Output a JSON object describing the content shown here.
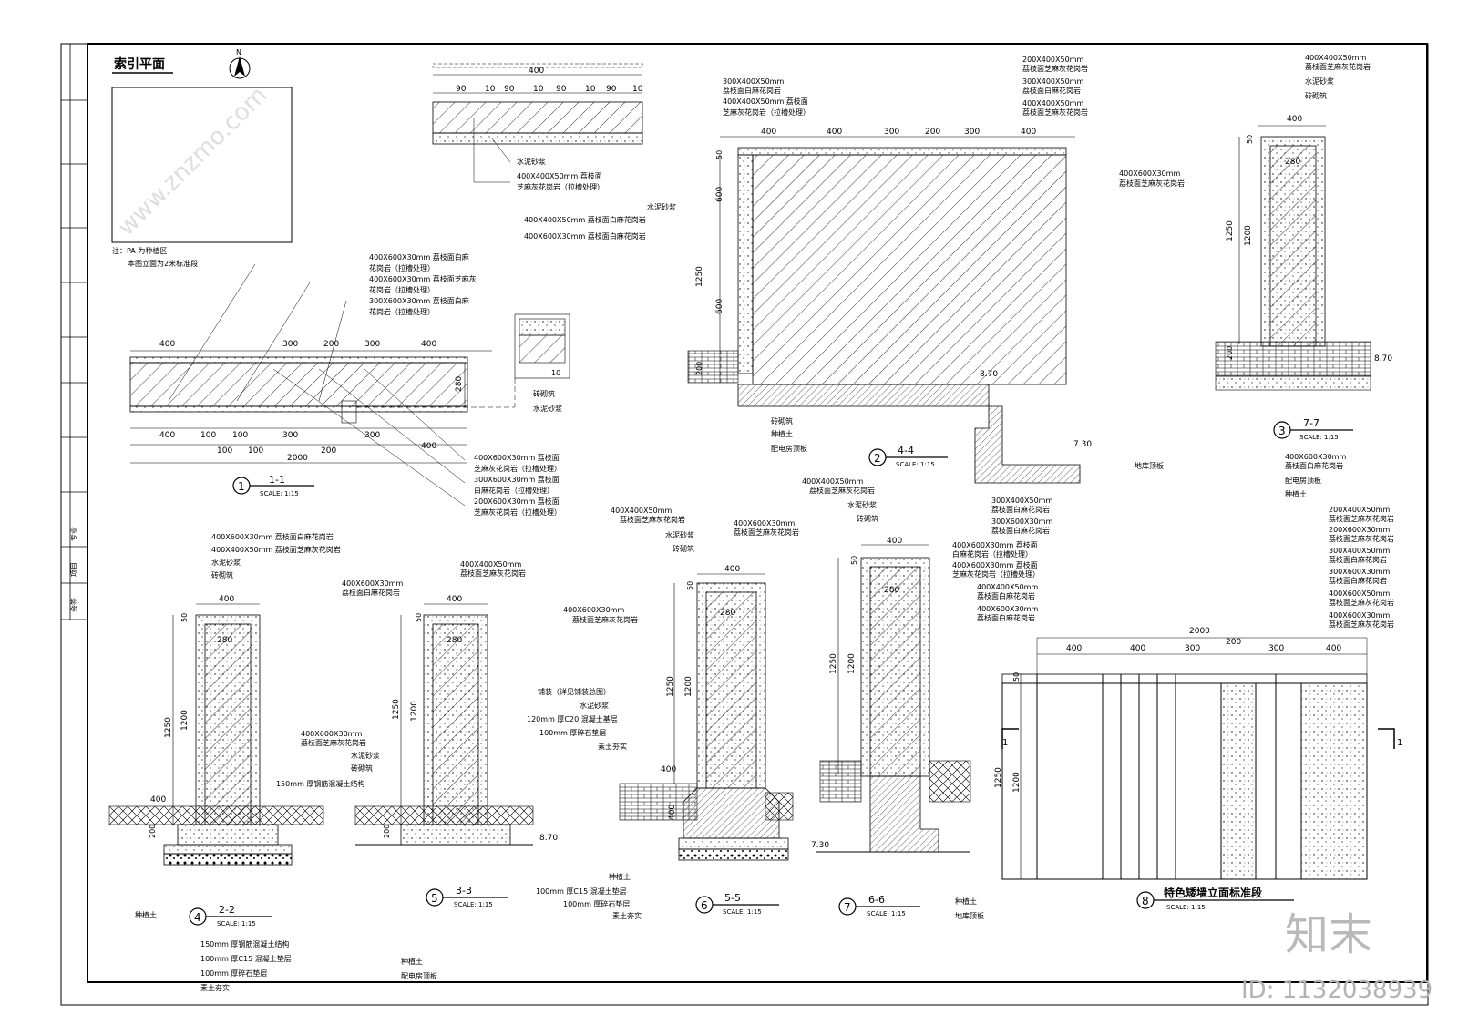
{
  "index_plan": {
    "title": "索引平面",
    "north": "N",
    "note_1": "注：PA 为种植区",
    "note_2": "本图立面为2米标准段"
  },
  "sidebar": {
    "label_1": "会签",
    "label_2": "项目",
    "label_3": "专业"
  },
  "top_detail": {
    "dims": [
      "400",
      "90",
      "10",
      "90",
      "10",
      "90",
      "10",
      "90",
      "10"
    ],
    "labels": [
      "水泥砂浆",
      "400X400X50mm 荔枝面",
      "芝麻灰花岗岩（拉槽处理）"
    ]
  },
  "sections": {
    "s1": {
      "num": "1",
      "name": "1-1",
      "scale": "SCALE:   1:15"
    },
    "s2": {
      "num": "2",
      "name": "4-4",
      "scale": "SCALE:   1:15"
    },
    "s3": {
      "num": "3",
      "name": "7-7",
      "scale": "SCALE:   1:15"
    },
    "s4": {
      "num": "4",
      "name": "2-2",
      "scale": "SCALE:   1:15"
    },
    "s5": {
      "num": "5",
      "name": "3-3",
      "scale": "SCALE:   1:15"
    },
    "s6": {
      "num": "6",
      "name": "5-5",
      "scale": "SCALE:   1:15"
    },
    "s7": {
      "num": "7",
      "name": "6-6",
      "scale": "SCALE:   1:15"
    },
    "s8": {
      "num": "8",
      "name": "特色矮墙立面标准段",
      "scale": "SCALE:   1:15"
    }
  },
  "section_1_1": {
    "top_dims": [
      "400",
      "300",
      "200",
      "300",
      "400"
    ],
    "bottom_dims": [
      "400",
      "100",
      "100",
      "300",
      "300",
      "400"
    ],
    "bottom_dims_2": [
      "100",
      "100",
      "200"
    ],
    "total": "2000",
    "right_dim": "280",
    "labels_top": [
      "400X600X30mm 荔枝面白麻",
      "花岗岩（拉槽处理）",
      "400X600X30mm 荔枝面芝麻灰",
      "花岗岩（拉槽处理）",
      "300X600X30mm 荔枝面白麻",
      "花岗岩（拉槽处理）"
    ],
    "labels_bottom": [
      "400X600X30mm 荔枝面",
      "芝麻灰花岗岩（拉槽处理）",
      "300X600X30mm 荔枝面",
      "白麻花岗岩（拉槽处理）",
      "200X600X30mm 荔枝面",
      "芝麻灰花岗岩（拉槽处理）"
    ],
    "detail_labels": [
      "砖砌筑",
      "水泥砂浆"
    ],
    "detail_dim": "10"
  },
  "section_4_4": {
    "top_dims": [
      "400",
      "400",
      "300",
      "200",
      "300",
      "400"
    ],
    "left_dims": [
      "50",
      "600",
      "1250",
      "600",
      "200"
    ],
    "labels_top": [
      "300X400X50mm",
      "荔枝面白麻花岗岩",
      "400X400X50mm 荔枝面",
      "芝麻灰花岗岩（拉槽处理）",
      "200X400X50mm",
      "荔枝面芝麻灰花岗岩",
      "300X400X50mm",
      "荔枝面白麻花岗岩",
      "400X400X50mm",
      "荔枝面芝麻灰花岗岩"
    ],
    "labels_left": [
      "水泥砂浆",
      "400X400X50mm 荔枝面白麻花岗岩",
      "400X600X30mm 荔枝面白麻花岗岩"
    ],
    "labels_bottom": [
      "砖砌筑",
      "种植土",
      "配电房顶板"
    ],
    "elev_1": "8.70",
    "elev_2": "7.30",
    "basement": "地库顶板"
  },
  "section_7_7": {
    "labels": [
      "400X400X50mm",
      "荔枝面芝麻灰花岗岩",
      "水泥砂浆",
      "砖砌筑",
      "400X600X30mm",
      "荔枝面芝麻灰花岗岩",
      "400X600X30mm",
      "荔枝面白麻花岗岩",
      "配电房顶板",
      "种植土"
    ],
    "dims": [
      "400",
      "50",
      "280",
      "1250",
      "1200",
      "200"
    ],
    "elev": "8.70"
  },
  "section_2_2": {
    "labels": [
      "400X600X30mm 荔枝面白麻花岗岩",
      "400X400X50mm 荔枝面芝麻灰花岗岩",
      "水泥砂浆",
      "砖砌筑",
      "400X600X30mm",
      "荔枝面白麻花岗岩"
    ],
    "dims": [
      "400",
      "50",
      "280",
      "1250",
      "1200",
      "400",
      "200"
    ],
    "base_labels": [
      "种植土",
      "150mm 厚钢筋混凝土结构",
      "100mm 厚C15 混凝土垫层",
      "100mm 厚碎石垫层",
      "素土夯实"
    ]
  },
  "section_3_3": {
    "labels": [
      "400X400X50mm",
      "荔枝面芝麻灰花岗岩",
      "400X600X30mm",
      "荔枝面芝麻灰花岗岩",
      "水泥砂浆",
      "砖砌筑",
      "150mm 厚钢筋混凝土结构"
    ],
    "dims": [
      "400",
      "50",
      "280",
      "1250",
      "1200",
      "200"
    ],
    "elev": "8.70",
    "base_labels": [
      "种植土",
      "配电房顶板"
    ]
  },
  "section_5_5": {
    "labels": [
      "400X400X50mm",
      "荔枝面芝麻灰花岗岩",
      "水泥砂浆",
      "砖砌筑",
      "400X600X30mm",
      "荔枝面芝麻灰花岗岩"
    ],
    "pave_labels": [
      "铺装（详见铺装总图）",
      "水泥砂浆",
      "120mm 厚C20 混凝土基层",
      "100mm 厚碎石垫层",
      "素土夯实"
    ],
    "dims": [
      "400",
      "50",
      "280",
      "1250",
      "1200",
      "400",
      "400"
    ],
    "base_labels": [
      "种植土",
      "100mm 厚C15 混凝土垫层",
      "100mm 厚碎石垫层",
      "素土夯实"
    ]
  },
  "section_6_6": {
    "labels": [
      "400X400X50mm",
      "荔枝面芝麻灰花岗岩",
      "水泥砂浆",
      "砖砌筑",
      "400X600X30mm",
      "荔枝面芝麻灰花岗岩"
    ],
    "dims": [
      "400",
      "50",
      "280",
      "1250",
      "1200"
    ],
    "elev": "7.30",
    "base_labels": [
      "种植土",
      "地库顶板"
    ]
  },
  "elevation_8": {
    "labels_left": [
      "300X400X50mm",
      "荔枝面白麻花岗岩",
      "300X600X30mm",
      "荔枝面白麻花岗岩",
      "400X600X30mm 荔枝面",
      "白麻花岗岩（拉槽处理）",
      "400X600X30mm 荔枝面",
      "芝麻灰花岗岩（拉槽处理）",
      "400X400X50mm",
      "荔枝面白麻花岗岩",
      "400X600X30mm",
      "荔枝面白麻花岗岩"
    ],
    "labels_right": [
      "200X400X50mm",
      "荔枝面芝麻灰花岗岩",
      "200X600X30mm",
      "荔枝面芝麻灰花岗岩",
      "300X400X50mm",
      "荔枝面白麻花岗岩",
      "300X600X30mm",
      "荔枝面白麻花岗岩",
      "400X600X50mm",
      "荔枝面芝麻灰花岗岩",
      "400X600X30mm",
      "荔枝面芝麻灰花岗岩"
    ],
    "total": "2000",
    "dims": [
      "400",
      "400",
      "300",
      "200",
      "300",
      "400"
    ],
    "left_dims": [
      "50",
      "1250",
      "1200"
    ],
    "cut_mark": "1"
  },
  "watermark": {
    "logo": "知末",
    "id": "ID: 1132038939",
    "site": "www.znzmo.com"
  }
}
